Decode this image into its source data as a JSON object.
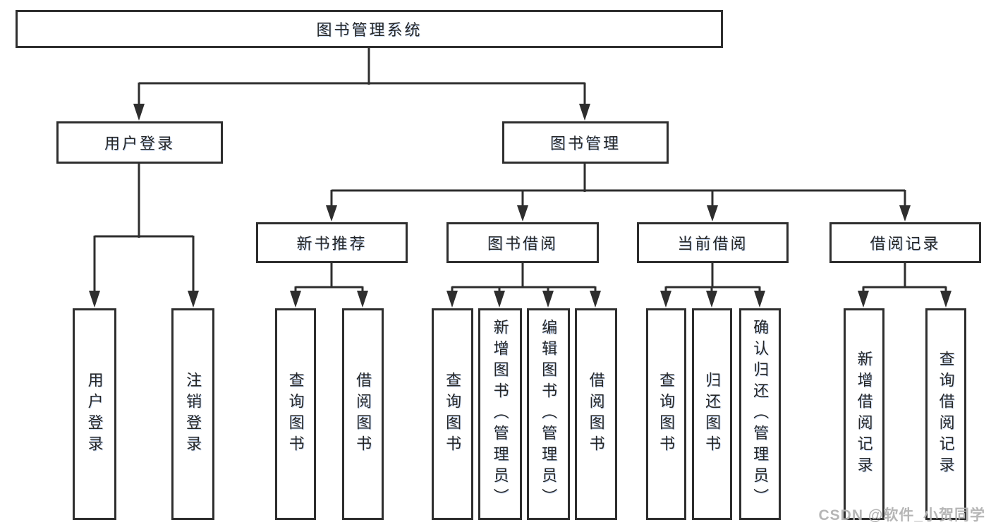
{
  "colors": {
    "line": "#2e2e2e",
    "box_border": "#2e2e2e",
    "box_background": "#ffffff",
    "text": "#262626",
    "watermark": "#b2b2b2",
    "background": "#ffffff"
  },
  "watermark": {
    "text": "CSDN @软件_小贺同学"
  },
  "tree": {
    "root": {
      "label": "图书管理系统",
      "children": [
        {
          "label": "用户登录",
          "children": [
            {
              "label": "用户登录"
            },
            {
              "label": "注销登录"
            }
          ]
        },
        {
          "label": "图书管理",
          "children": [
            {
              "label": "新书推荐",
              "children": [
                {
                  "label": "查询图书"
                },
                {
                  "label": "借阅图书"
                }
              ]
            },
            {
              "label": "图书借阅",
              "children": [
                {
                  "label": "查询图书"
                },
                {
                  "label": "新增图书（管理员）"
                },
                {
                  "label": "编辑图书（管理员）"
                },
                {
                  "label": "借阅图书"
                }
              ]
            },
            {
              "label": "当前借阅",
              "children": [
                {
                  "label": "查询图书"
                },
                {
                  "label": "归还图书"
                },
                {
                  "label": "确认归还（管理员）"
                }
              ]
            },
            {
              "label": "借阅记录",
              "children": [
                {
                  "label": "新增借阅记录"
                },
                {
                  "label": "查询借阅记录"
                }
              ]
            }
          ]
        }
      ]
    }
  }
}
